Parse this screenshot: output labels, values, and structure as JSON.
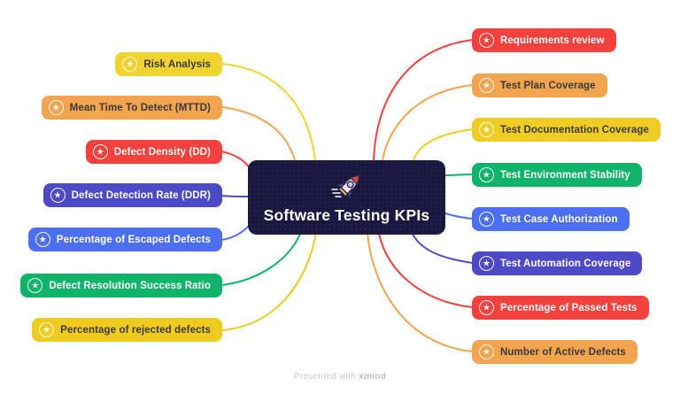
{
  "title": "Software Testing KPIs mind map",
  "center": {
    "label": "Software Testing KPIs",
    "icon": "rocket-icon",
    "bg": "#171740",
    "text_color": "#FFFFFF"
  },
  "topic_icon": "star-icon",
  "footer": {
    "text": "Presented with",
    "brand": "xmind"
  },
  "topics": {
    "left": [
      {
        "label": "Risk Analysis",
        "fill": "#F0D32F",
        "text_color": "#3A3A3A"
      },
      {
        "label": "Mean Time To Detect (MTTD)",
        "fill": "#F2A44E",
        "text_color": "#3A3A3A"
      },
      {
        "label": "Defect Density (DD)",
        "fill": "#F5413D",
        "text_color": "#FFFFFF"
      },
      {
        "label": "Defect Detection Rate (DDR)",
        "fill": "#4D4AC7",
        "text_color": "#FFFFFF"
      },
      {
        "label": "Percentage of Escaped Defects",
        "fill": "#4C6FF2",
        "text_color": "#FFFFFF"
      },
      {
        "label": "Defect Resolution Success Ratio",
        "fill": "#10B36A",
        "text_color": "#FFFFFF"
      },
      {
        "label": "Percentage of rejected defects",
        "fill": "#F0CB1F",
        "text_color": "#3A3A3A"
      }
    ],
    "right": [
      {
        "label": "Requirements review",
        "fill": "#F5413D",
        "text_color": "#FFFFFF"
      },
      {
        "label": "Test Plan Coverage",
        "fill": "#F2A44E",
        "text_color": "#3A3A3A"
      },
      {
        "label": "Test Documentation Coverage",
        "fill": "#F0CD24",
        "text_color": "#3A3A3A"
      },
      {
        "label": "Test Environment Stability",
        "fill": "#10B36A",
        "text_color": "#FFFFFF"
      },
      {
        "label": "Test Case Authorization",
        "fill": "#4C6FF2",
        "text_color": "#FFFFFF"
      },
      {
        "label": "Test Automation Coverage",
        "fill": "#4D4AC7",
        "text_color": "#FFFFFF"
      },
      {
        "label": "Percentage of Passed Tests",
        "fill": "#F5413D",
        "text_color": "#FFFFFF"
      },
      {
        "label": "Number of Active Defects",
        "fill": "#F2A44E",
        "text_color": "#3A3A3A"
      }
    ]
  }
}
